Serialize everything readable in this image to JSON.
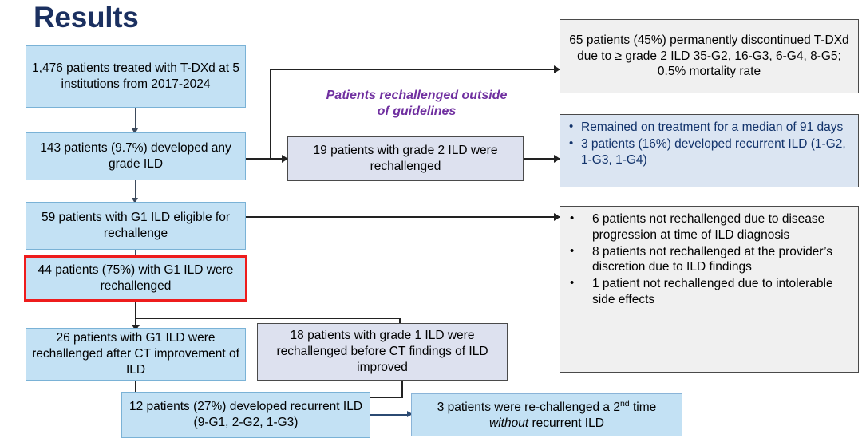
{
  "title": "Results",
  "caption": {
    "line1": "Patients rechallenged outside",
    "line2": "of guidelines"
  },
  "colors": {
    "title": "#1b3060",
    "sky_fill": "#c3e1f4",
    "sky_stroke": "#7ab2d6",
    "lavender_fill": "#dde1ef",
    "gray_fill": "#f0f0f0",
    "blue_fill": "#dbe5f2",
    "blue_text": "#12336b",
    "highlight_stroke": "#ee1c1c",
    "caption_purple": "#7030a0",
    "connector": "#3d4a5c"
  },
  "nodes": {
    "cohort": "1,476 patients treated with T-DXd at 5 institutions from 2017-2024",
    "any_grade_ild": "143 patients (9.7%) developed any grade ILD",
    "eligible_g1": "59 patients with G1 ILD eligible for rechallenge",
    "rechallenged_g1": "44 patients (75%) with G1 ILD were rechallenged",
    "rechallenged_after_ct": "26 patients with G1 ILD were rechallenged after CT improvement of ILD",
    "rechallenged_before_ct": "18 patients with grade 1 ILD were rechallenged before CT findings of ILD improved",
    "grade2_rechallenged": "19 patients with grade 2 ILD were rechallenged",
    "recurrent_ild": "12 patients (27%) developed recurrent ILD (9-G1, 2-G2, 1-G3)",
    "second_rechallenge_pre": "3 patients were re-challenged a 2",
    "second_rechallenge_sup": "nd",
    "second_rechallenge_mid": " time ",
    "second_rechallenge_em": "without",
    "second_rechallenge_post": " recurrent ILD",
    "discontinued": "65 patients (45%) permanently discontinued T-DXd due to ≥ grade 2 ILD 35-G2, 16-G3, 6-G4, 8-G5; 0.5% mortality rate"
  },
  "outcomes_grade2": [
    "Remained on treatment for a median of 91 days",
    "3 patients (16%) developed recurrent ILD (1-G2, 1-G3, 1-G4)"
  ],
  "not_rechallenged_reasons": [
    "6 patients not rechallenged due to disease progression at time of ILD diagnosis",
    "8 patients not rechallenged at the provider’s discretion due to ILD findings",
    "1 patient not rechallenged due to intolerable side effects"
  ]
}
